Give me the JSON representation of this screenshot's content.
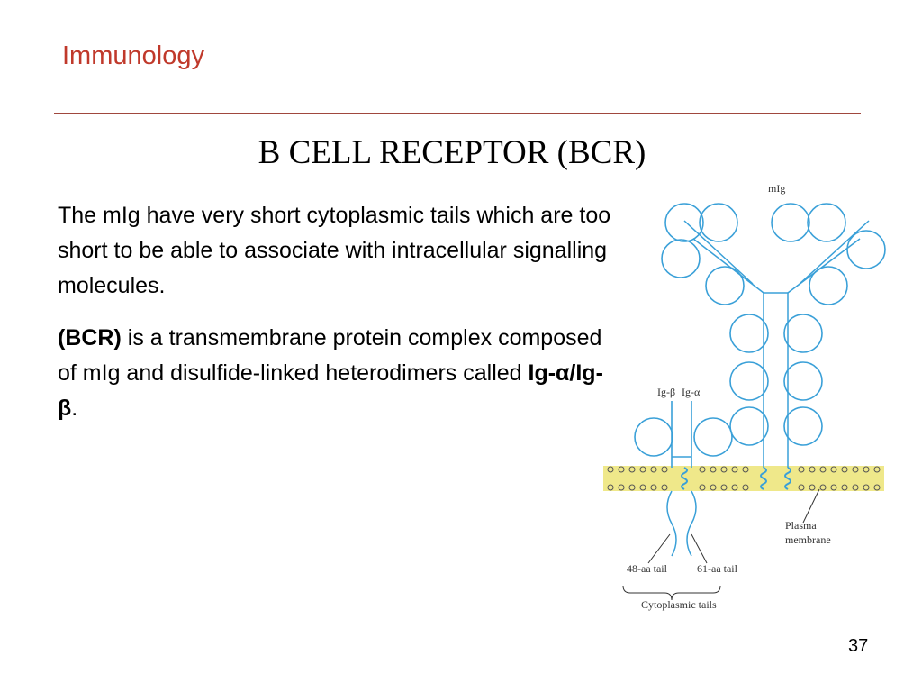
{
  "header": {
    "title": "Immunology"
  },
  "slide": {
    "title": "B CELL RECEPTOR (BCR)"
  },
  "body": {
    "paragraph1": "The mIg have very short cytoplasmic tails which are too short to be able to associate with intracellular signalling molecules.",
    "p2_bold_start": "(BCR)",
    "p2_text": " is a transmembrane protein complex composed of mIg and disulfide-linked heterodimers called ",
    "p2_bold_end": "Ig-α/Ig-β",
    "p2_end": "."
  },
  "diagram": {
    "label_mig": "mIg",
    "label_ig_beta": "Ig-β",
    "label_ig_alpha": "Ig-α",
    "label_plasma_1": "Plasma",
    "label_plasma_2": "membrane",
    "label_tail_48": "48-aa tail",
    "label_tail_61": "61-aa tail",
    "label_cyto": "Cytoplasmic tails",
    "colors": {
      "domain": "#3aa0d8",
      "membrane": "#efe88a",
      "stalk": "#3aa0d8"
    }
  },
  "footer": {
    "page_number": "37"
  }
}
